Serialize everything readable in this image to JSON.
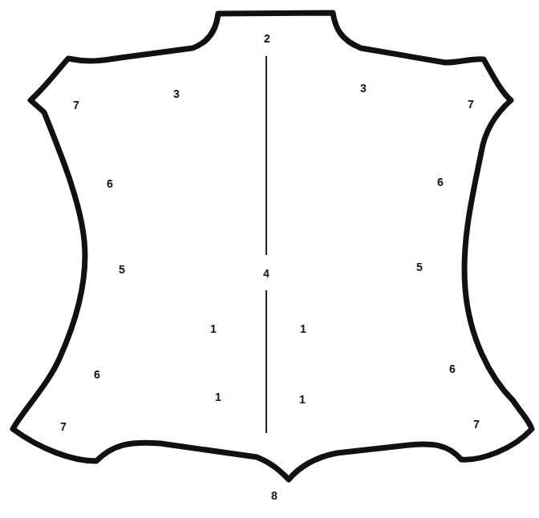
{
  "diagram": {
    "labels": [
      "2",
      "7",
      "3",
      "3",
      "7",
      "6",
      "6",
      "5",
      "4",
      "5",
      "1",
      "1",
      "6",
      "6",
      "1",
      "1",
      "7",
      "7",
      "8"
    ]
  }
}
